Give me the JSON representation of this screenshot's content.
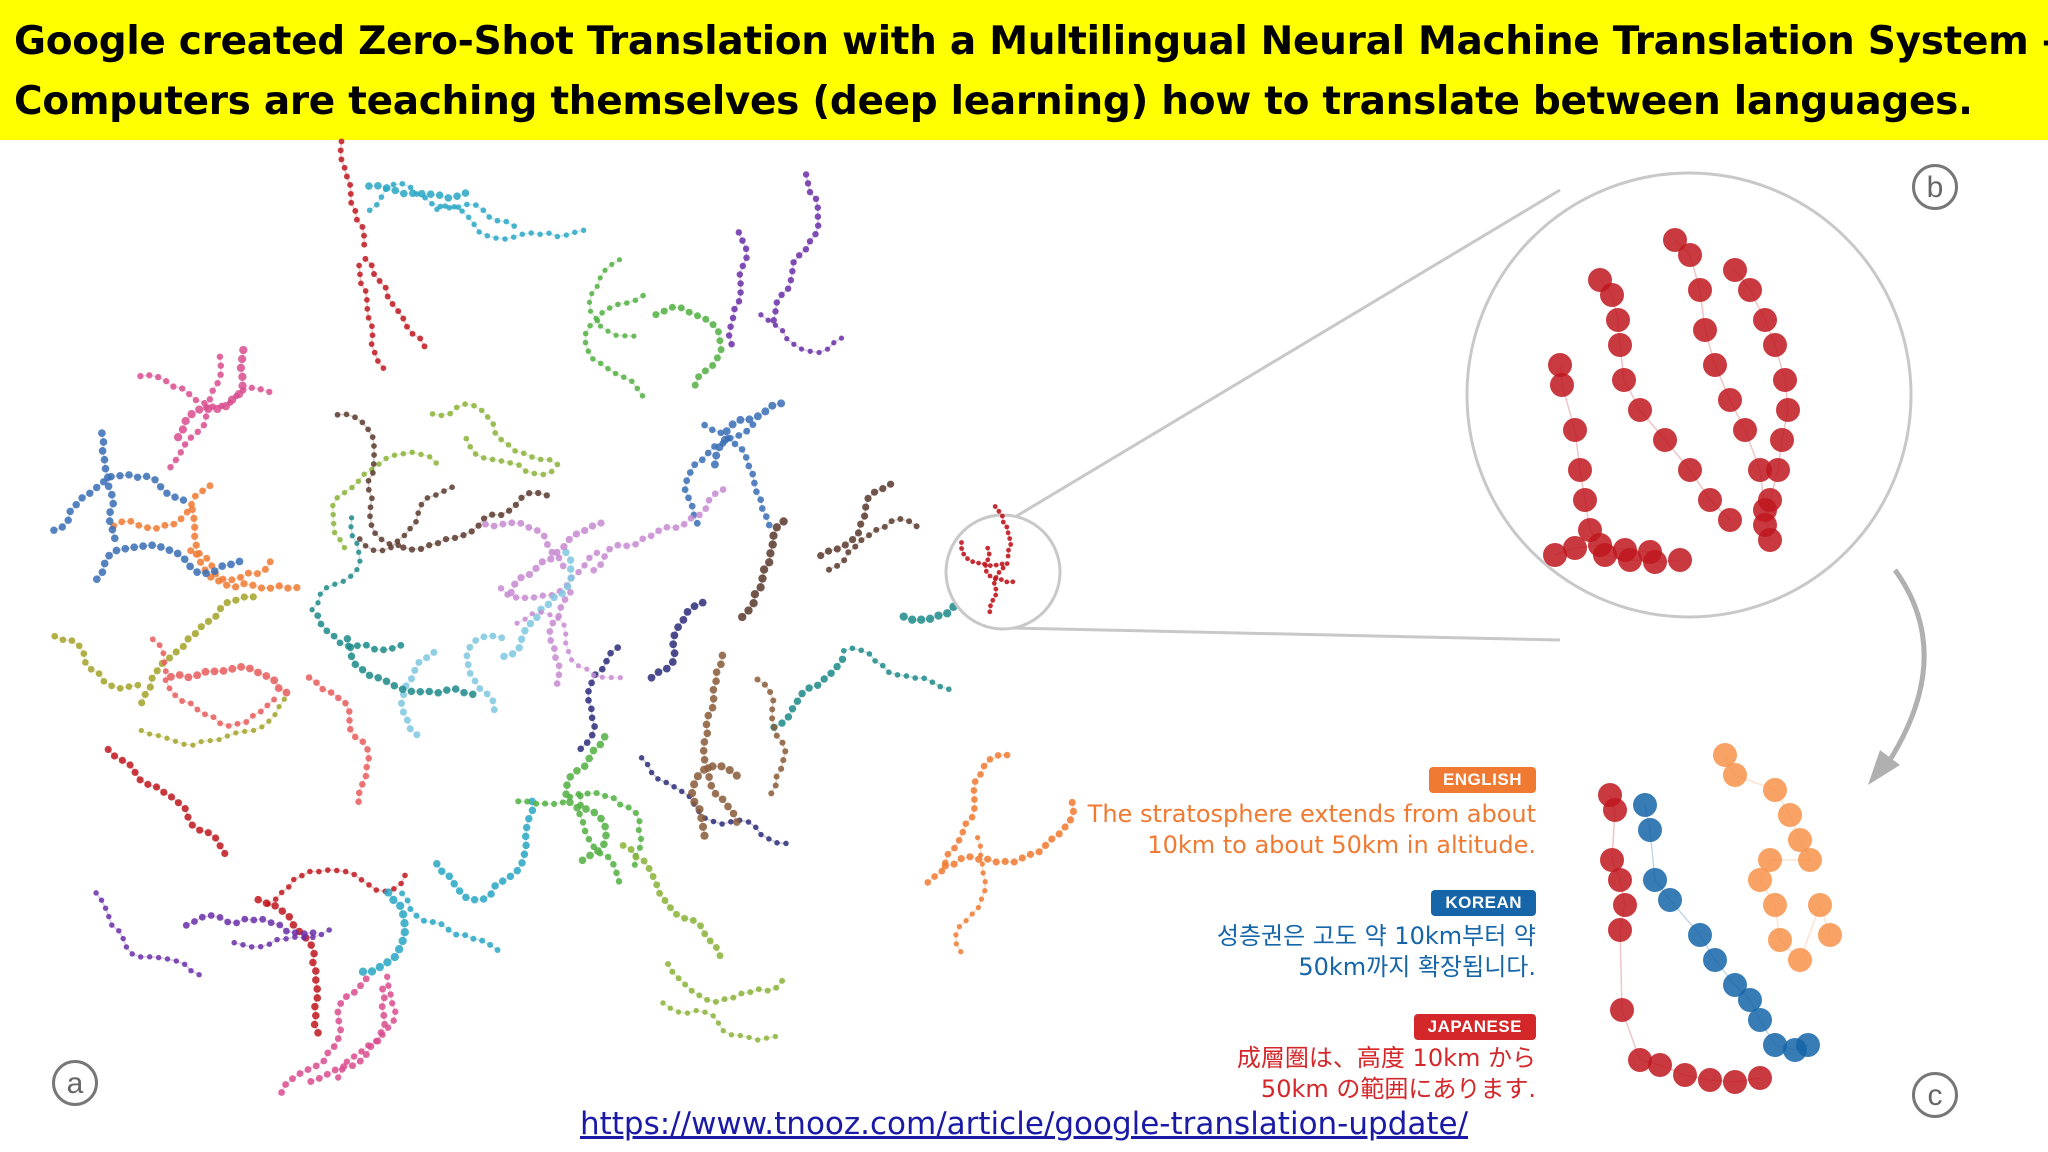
{
  "title": {
    "line1": "Google created Zero-Shot Translation with a Multilingual Neural Machine Translation System –",
    "line2": "Computers are teaching themselves (deep learning) how to translate between languages."
  },
  "panels": {
    "a": "a",
    "b": "b",
    "c": "c"
  },
  "languages": [
    {
      "label": "ENGLISH",
      "color": "#f07a32",
      "text": "The stratosphere extends from about\n10km to about 50km in altitude."
    },
    {
      "label": "KOREAN",
      "color": "#1565a8",
      "text": "성층권은 고도 약 10km부터 약\n50km까지 확장됩니다."
    },
    {
      "label": "JAPANESE",
      "color": "#d3272a",
      "text": "成層圏は、高度 10km から\n50km の範囲にあります."
    }
  ],
  "source_link": "https://www.tnooz.com/article/google-translation-update/",
  "colors": {
    "title_bg": "#ffff00",
    "english": "#f07a32",
    "korean": "#1565a8",
    "japanese": "#d3272a",
    "link": "#1a1aa6"
  }
}
